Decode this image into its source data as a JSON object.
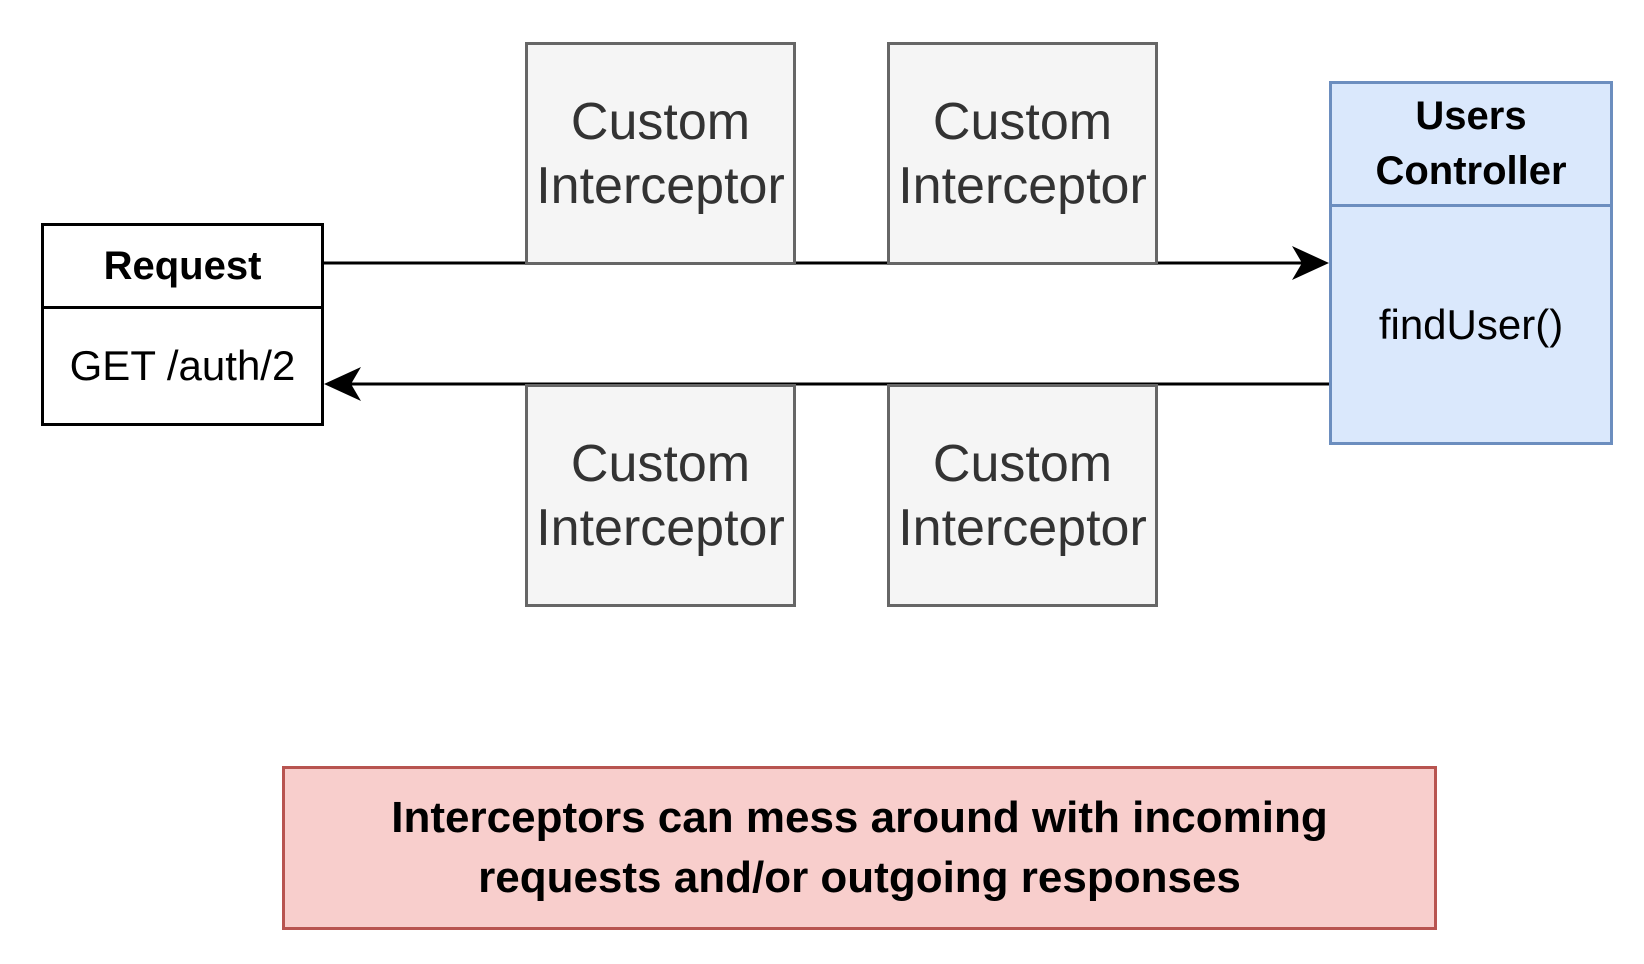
{
  "request": {
    "title": "Request",
    "method_path": "GET /auth/2"
  },
  "interceptors": {
    "incoming": [
      {
        "line1": "Custom",
        "line2": "Interceptor"
      },
      {
        "line1": "Custom",
        "line2": "Interceptor"
      }
    ],
    "outgoing": [
      {
        "line1": "Custom",
        "line2": "Interceptor"
      },
      {
        "line1": "Custom",
        "line2": "Interceptor"
      }
    ]
  },
  "controller": {
    "title_line1": "Users",
    "title_line2": "Controller",
    "method": "findUser()"
  },
  "note": {
    "line1": "Interceptors can mess around with incoming",
    "line2": "requests and/or outgoing responses"
  },
  "colors": {
    "interceptor_fill": "#f5f5f5",
    "interceptor_stroke": "#666666",
    "controller_fill": "#dae8fc",
    "controller_stroke": "#6c8ebf",
    "note_fill": "#f8cecc",
    "note_stroke": "#b85450",
    "arrow": "#000000"
  }
}
